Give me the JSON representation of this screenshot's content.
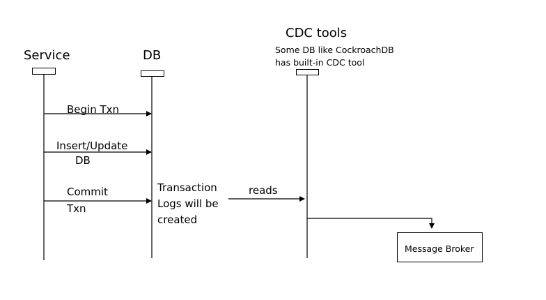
{
  "participants": {
    "service": "Service",
    "db": "DB",
    "cdc": "CDC tools"
  },
  "cdc_note": {
    "line1": "Some DB like CockroachDB",
    "line2": "has built-in CDC tool"
  },
  "messages": {
    "begin": "Begin Txn",
    "insert_line1": "Insert/Update",
    "insert_line2": "DB",
    "commit_line1": "Commit",
    "commit_line2": "Txn",
    "reads": "reads"
  },
  "db_note": {
    "line1": "Transaction",
    "line2": "Logs will be",
    "line3": "created"
  },
  "broker": {
    "label": "Message Broker"
  },
  "colors": {
    "line": "#000000",
    "background": "#ffffff"
  }
}
